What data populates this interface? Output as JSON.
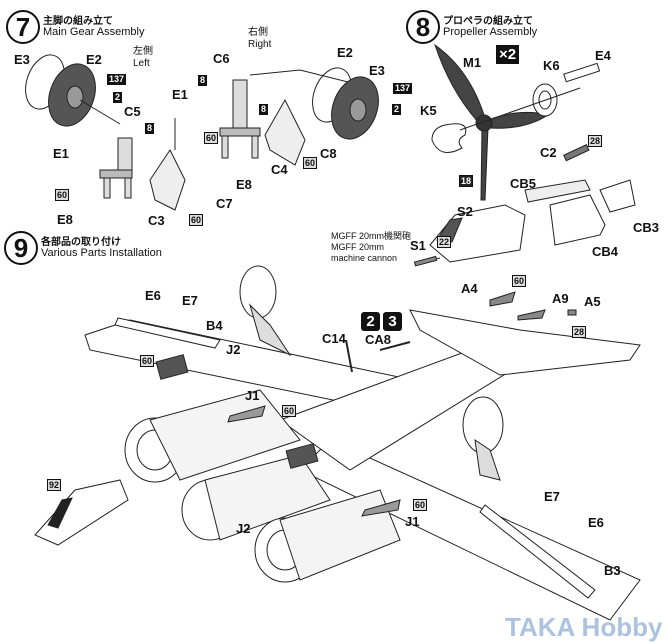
{
  "steps": [
    {
      "number": "7",
      "title_jp": "主脚の組み立て",
      "title_en": "Main Gear Assembly"
    },
    {
      "number": "8",
      "title_jp": "プロペラの組み立て",
      "title_en": "Propeller Assembly"
    },
    {
      "number": "9",
      "title_jp": "各部品の取り付け",
      "title_en": "Various Parts Installation"
    }
  ],
  "step7": {
    "left_label_jp": "左側",
    "left_label_en": "Left",
    "right_label_jp": "右側",
    "right_label_en": "Right",
    "left_parts": [
      "E3",
      "E2",
      "C5",
      "E1",
      "E8",
      "C3",
      "C7"
    ],
    "right_parts": [
      "C6",
      "E1",
      "E8",
      "C4",
      "C8",
      "E2",
      "E3"
    ],
    "paint_codes": [
      "137",
      "2",
      "8",
      "60",
      "60",
      "8",
      "8",
      "60",
      "60",
      "137",
      "2"
    ]
  },
  "step8": {
    "quantity": "×2",
    "parts": [
      "M1",
      "K6",
      "E4",
      "K5",
      "C2",
      "CB5",
      "CB3",
      "S2",
      "S1",
      "CB4"
    ],
    "paint_codes": [
      "18",
      "28",
      "22"
    ],
    "cannon_note_jp": "MGFF 20mm機関砲",
    "cannon_note_en1": "MGFF 20mm",
    "cannon_note_en2": "machine cannon"
  },
  "step9": {
    "parts": [
      "E6",
      "E7",
      "B4",
      "J2",
      "C14",
      "CA8",
      "A4",
      "A9",
      "A5",
      "J1",
      "J2",
      "J1",
      "E7",
      "E6",
      "B3"
    ],
    "paint_codes": [
      "60",
      "60",
      "60",
      "28",
      "60",
      "92"
    ],
    "step_refs": [
      "2",
      "3"
    ]
  },
  "watermark": "TAKA Hobby"
}
